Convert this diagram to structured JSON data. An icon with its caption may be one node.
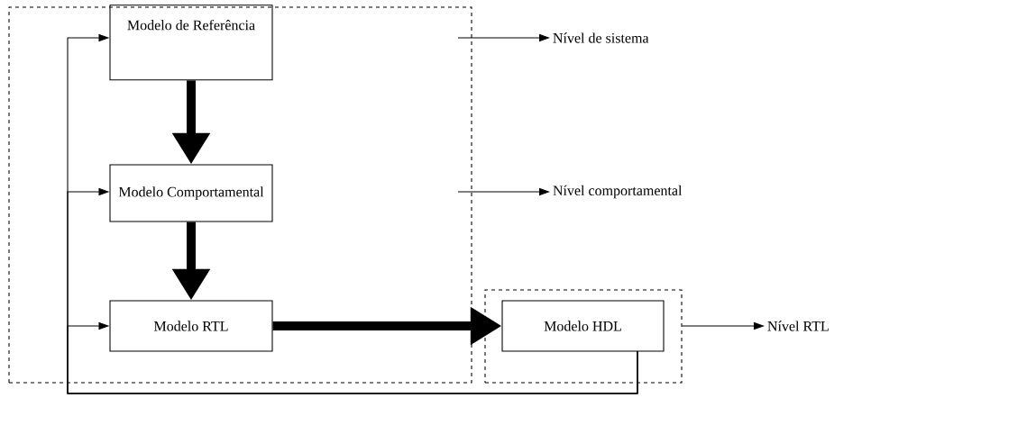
{
  "diagram": {
    "nodes": [
      {
        "text": [],
        "shape": "box"
      },
      {
        "text": [
          "Modelo de Referência"
        ],
        "in": 0
      },
      {
        "text": [
          "Modelo Comportamental"
        ],
        "in": 0
      },
      {
        "text": [
          "Modelo RTL"
        ],
        "in": 0
      },
      {
        "text": [],
        "shape": "box"
      },
      {
        "text": [
          "Modelo HDL"
        ],
        "in": 4
      },
      {
        "text": [
          "Nível de sistema"
        ]
      },
      {
        "text": [
          "Nível comportamental"
        ]
      },
      {
        "text": [
          "Nível RTL"
        ]
      }
    ],
    "edges": [
      {
        "from": 1,
        "to": 2,
        "arrow": "to",
        "style": "thick"
      },
      {
        "from": 2,
        "to": 3,
        "arrow": "to",
        "style": "thick"
      },
      {
        "from": 3,
        "to": 5,
        "arrow": "to",
        "style": "thick"
      },
      {
        "from": 5,
        "to": 1,
        "arrow": "to"
      },
      {
        "from": 5,
        "to": 2,
        "arrow": "to"
      },
      {
        "from": 5,
        "to": 3,
        "arrow": "to"
      },
      {
        "from": null,
        "to": 6,
        "arrow": "to"
      },
      {
        "from": null,
        "to": 7,
        "arrow": "to"
      },
      {
        "from": 4,
        "to": 8,
        "arrow": "to"
      }
    ]
  }
}
